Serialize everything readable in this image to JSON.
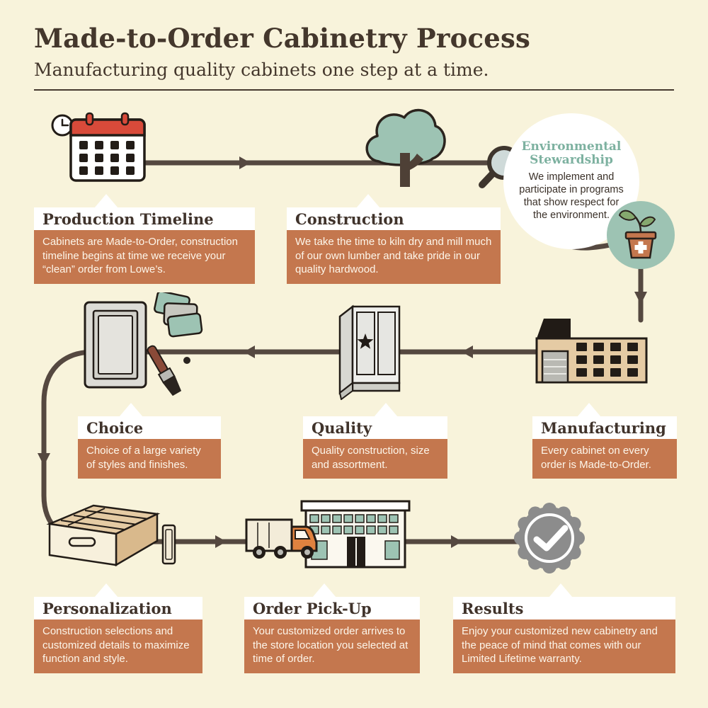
{
  "header": {
    "title": "Made-to-Order Cabinetry Process",
    "subtitle": "Manufacturing quality cabinets one step at a time."
  },
  "steps": [
    {
      "title": "Production Timeline",
      "text": "Cabinets are Made-to-Order, construction timeline begins at time we receive your “clean” order from Lowe’s.",
      "icon": "calendar-clock-icon"
    },
    {
      "title": "Construction",
      "text": "We take the time to kiln dry and mill much of our own lumber and take pride in our quality hardwood.",
      "icon": "tree-icon"
    },
    {
      "title": "Choice",
      "text": "Choice of a large variety of styles and finishes.",
      "icon": "door-swatches-paintbrush-icon"
    },
    {
      "title": "Quality",
      "text": "Quality construction, size and assortment.",
      "icon": "star-cabinet-icon"
    },
    {
      "title": "Manufacturing",
      "text": "Every cabinet on every order is Made-to-Order.",
      "icon": "factory-icon"
    },
    {
      "title": "Personalization",
      "text": "Construction selections and customized details to maximize function and style.",
      "icon": "drawer-organizer-icon"
    },
    {
      "title": "Order Pick-Up",
      "text": "Your customized order arrives to the store location you selected at time of order.",
      "icon": "truck-store-icon"
    },
    {
      "title": "Results",
      "text": "Enjoy your customized new cabinetry and the peace of mind that comes with our Limited Lifetime warranty.",
      "icon": "check-seal-icon"
    }
  ],
  "callout": {
    "title_line1": "Environmental",
    "title_line2": "Stewardship",
    "text": "We implement and participate in programs that show respect for the environment.",
    "icon": "potted-plant-icon",
    "extra_icons": [
      "magnifying-glass-icon"
    ]
  },
  "colors": {
    "background": "#f8f3db",
    "heading_text": "#44372c",
    "accent_orange": "#c4774e",
    "accent_teal": "#9dc3b3",
    "teal_text": "#7db1a0",
    "connector": "#554840",
    "calendar_red": "#d84a3a",
    "wood_tan": "#e5cba4",
    "seal_gray": "#8c8c8c",
    "icon_outline": "#221c17"
  }
}
